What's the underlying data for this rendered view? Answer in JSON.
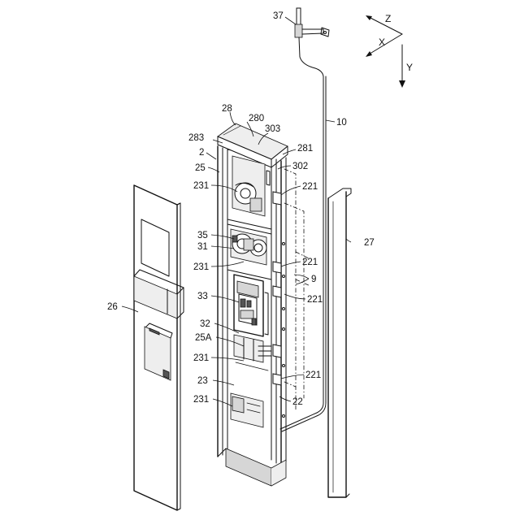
{
  "figure": {
    "labels": {
      "l37": "37",
      "l10": "10",
      "l28": "28",
      "l280": "280",
      "l303": "303",
      "l283": "283",
      "l281": "281",
      "l2": "2",
      "l302": "302",
      "l25": "25",
      "l221a": "221",
      "l231a": "231",
      "l27": "27",
      "l35": "35",
      "l31": "31",
      "l221b": "221",
      "l231b": "231",
      "l9": "9",
      "l33": "33",
      "l221c": "221",
      "l26": "26",
      "l32": "32",
      "l25A": "25A",
      "l231c": "231",
      "l221d": "221",
      "l23": "23",
      "l231d": "231",
      "l22": "22"
    },
    "axes": {
      "z": "Z",
      "x": "X",
      "y": "Y"
    }
  }
}
